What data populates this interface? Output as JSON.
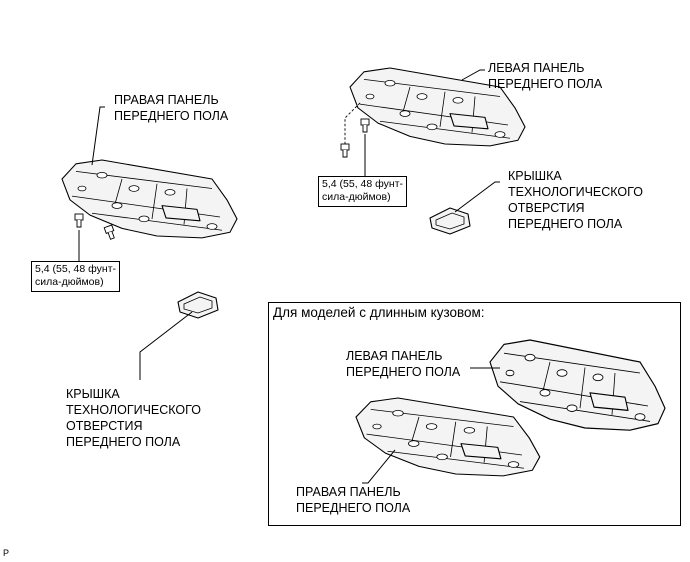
{
  "labels": {
    "right_panel_top": [
      "ПРАВАЯ ПАНЕЛЬ",
      "ПЕРЕДНЕГО ПОЛА"
    ],
    "left_panel_top": [
      "ЛЕВАЯ ПАНЕЛЬ",
      "ПЕРЕДНЕГО ПОЛА"
    ],
    "cover_right": [
      "КРЫШКА",
      "ТЕХНОЛОГИЧЕСКОГО",
      "ОТВЕРСТИЯ",
      "ПЕРЕДНЕГО ПОЛА"
    ],
    "cover_left": [
      "КРЫШКА",
      "ТЕХНОЛОГИЧЕСКОГО",
      "ОТВЕРСТИЯ",
      "ПЕРЕДНЕГО ПОЛА"
    ],
    "long_body_title": "Для моделей с длинным кузовом:",
    "long_left_panel": [
      "ЛЕВАЯ ПАНЕЛЬ",
      "ПЕРЕДНЕГО ПОЛА"
    ],
    "long_right_panel": [
      "ПРАВАЯ ПАНЕЛЬ",
      "ПЕРЕДНЕГО ПОЛА"
    ]
  },
  "torque_specs": {
    "left_side": [
      "5,4 (55, 48 фунт-",
      "сила-дюймов)"
    ],
    "right_side": [
      "5,4 (55, 48 фунт-",
      "сила-дюймов)"
    ]
  },
  "page_code": "P"
}
